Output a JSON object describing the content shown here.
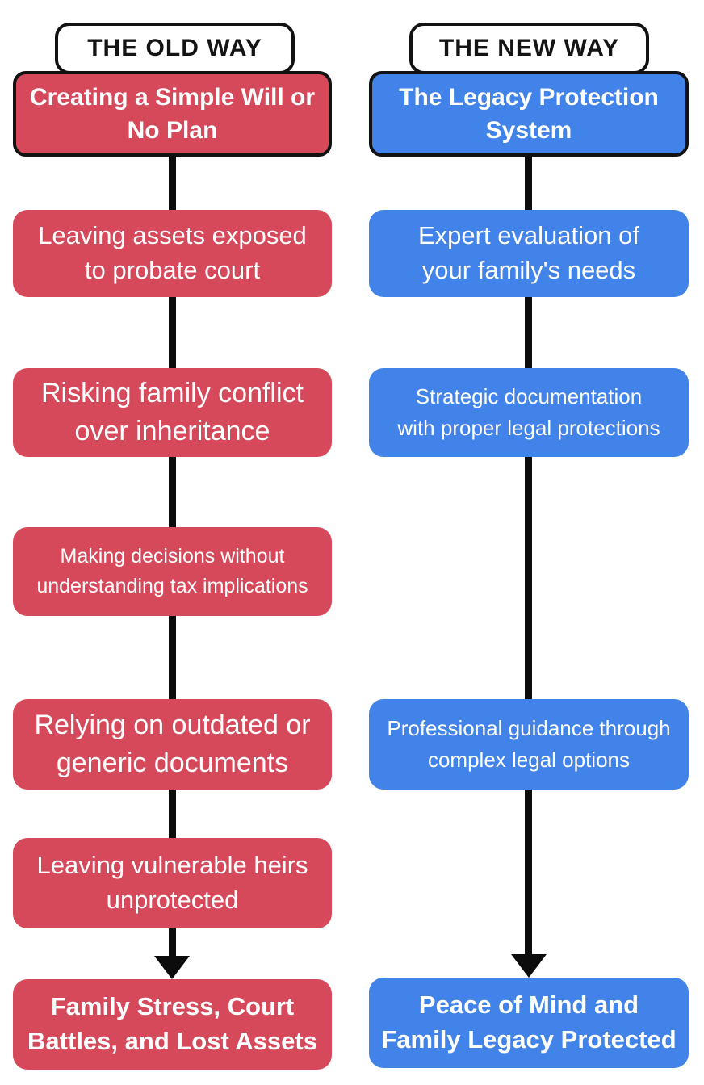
{
  "palette": {
    "old_way_red": "#d6495b",
    "new_way_blue": "#4183e8",
    "line_black": "#0c0c0c",
    "header_box_bg": "#ffffff",
    "header_text": "#141414",
    "box_text": "#ffffff"
  },
  "columns": [
    {
      "id": "old-way",
      "header_label": "THE OLD WAY",
      "header_title": "Creating a Simple Will or\nNo Plan",
      "steps": [
        "Leaving assets exposed\nto probate court",
        "Risking family conflict\nover inheritance",
        "Making decisions without\nunderstanding tax implications",
        "Relying on outdated or\ngeneric documents",
        "Leaving vulnerable heirs\nunprotected"
      ],
      "outcome": "Family Stress, Court\nBattles, and Lost Assets"
    },
    {
      "id": "new-way",
      "header_label": "THE NEW WAY",
      "header_title": "The Legacy Protection\nSystem",
      "steps": [
        "Expert evaluation of\nyour family's needs",
        "Strategic documentation\nwith proper legal protections",
        "Professional guidance through\ncomplex legal options"
      ],
      "outcome": "Peace of Mind and\nFamily Legacy Protected"
    }
  ]
}
